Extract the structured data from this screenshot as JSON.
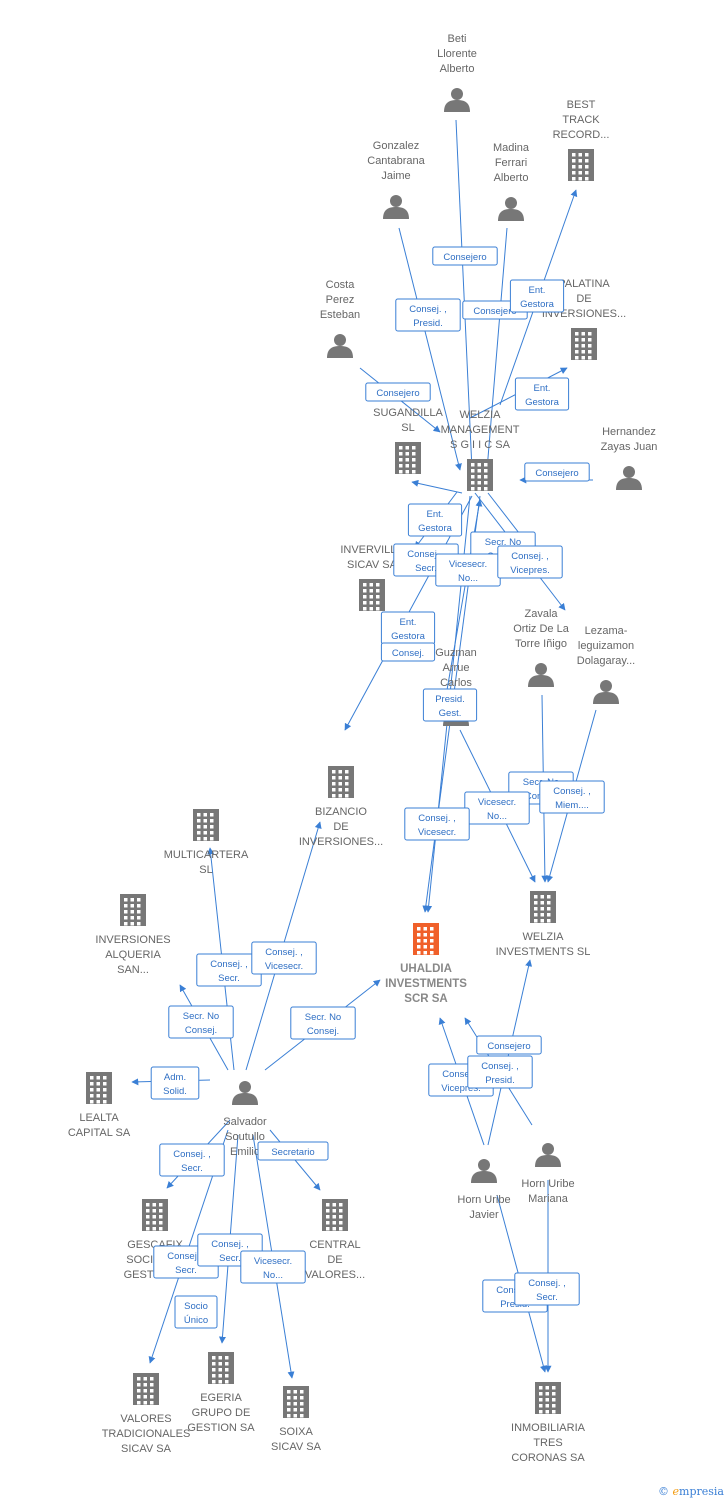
{
  "colors": {
    "node": "#777777",
    "focus": "#f0602a",
    "edge": "#3a7fd5",
    "label": "#666666"
  },
  "nodes": [
    {
      "id": "beti",
      "kind": "person",
      "lines": [
        "Beti",
        "Llorente",
        "Alberto"
      ]
    },
    {
      "id": "best",
      "kind": "company",
      "lines": [
        "BEST",
        "TRACK",
        "RECORD..."
      ]
    },
    {
      "id": "gonzalez",
      "kind": "person",
      "lines": [
        "Gonzalez",
        "Cantabrana",
        "Jaime"
      ]
    },
    {
      "id": "madina",
      "kind": "person",
      "lines": [
        "Madina",
        "Ferrari",
        "Alberto"
      ]
    },
    {
      "id": "costa",
      "kind": "person",
      "lines": [
        "Costa",
        "Perez",
        "Esteban"
      ]
    },
    {
      "id": "palatina",
      "kind": "company",
      "lines": [
        "PALATINA",
        "DE",
        "INVERSIONES..."
      ]
    },
    {
      "id": "sugandilla",
      "kind": "company",
      "lines": [
        "SUGANDILLA",
        "SL"
      ]
    },
    {
      "id": "welzia",
      "kind": "company",
      "lines": [
        "WELZIA",
        "MANAGEMENT",
        "S G I I C SA"
      ]
    },
    {
      "id": "hernandez",
      "kind": "person",
      "lines": [
        "Hernandez",
        "Zayas Juan"
      ]
    },
    {
      "id": "invervilla",
      "kind": "company",
      "lines": [
        "INVERVILLA",
        "SICAV SA"
      ]
    },
    {
      "id": "zavala",
      "kind": "person",
      "lines": [
        "Zavala",
        "Ortiz De La",
        "Torre Iñigo"
      ]
    },
    {
      "id": "lezama",
      "kind": "person",
      "lines": [
        "Lezama-",
        "leguizamon",
        "Dolagaray..."
      ]
    },
    {
      "id": "guzman",
      "kind": "person",
      "lines": [
        "Guzman",
        "Arrue",
        "Carlos"
      ]
    },
    {
      "id": "bizancio",
      "kind": "company",
      "lines": [
        "BIZANCIO",
        "DE",
        "INVERSIONES..."
      ]
    },
    {
      "id": "multicartera",
      "kind": "company",
      "lines": [
        "MULTICARTERA",
        "SL"
      ]
    },
    {
      "id": "welziainv",
      "kind": "company",
      "lines": [
        "WELZIA",
        "INVESTMENTS SL"
      ]
    },
    {
      "id": "alqueria",
      "kind": "company",
      "lines": [
        "INVERSIONES",
        "ALQUERIA",
        "SAN..."
      ]
    },
    {
      "id": "uhaldia",
      "kind": "focus",
      "lines": [
        "UHALDIA",
        "INVESTMENTS",
        "SCR SA"
      ]
    },
    {
      "id": "lealta",
      "kind": "company",
      "lines": [
        "LEALTA",
        "CAPITAL SA"
      ]
    },
    {
      "id": "salvador",
      "kind": "person",
      "lines": [
        "Salvador",
        "Soutullo",
        "Emilio"
      ]
    },
    {
      "id": "hornjavier",
      "kind": "person",
      "lines": [
        "Horn Uribe",
        "Javier"
      ]
    },
    {
      "id": "hornmariana",
      "kind": "person",
      "lines": [
        "Horn Uribe",
        "Mariana"
      ]
    },
    {
      "id": "gescafix",
      "kind": "company",
      "lines": [
        "GESCAFIX",
        "SOCIEDAD",
        "GESTORA..."
      ]
    },
    {
      "id": "central",
      "kind": "company",
      "lines": [
        "CENTRAL",
        "DE",
        "VALORES..."
      ]
    },
    {
      "id": "valores",
      "kind": "company",
      "lines": [
        "VALORES",
        "TRADICIONALES",
        "SICAV SA"
      ]
    },
    {
      "id": "egeria",
      "kind": "company",
      "lines": [
        "EGERIA",
        "GRUPO DE",
        "GESTION SA"
      ]
    },
    {
      "id": "soixa",
      "kind": "company",
      "lines": [
        "SOIXA",
        "SICAV SA"
      ]
    },
    {
      "id": "inmobiliaria",
      "kind": "company",
      "lines": [
        "INMOBILIARIA",
        "TRES",
        "CORONAS SA"
      ]
    }
  ],
  "tags": [
    {
      "lines": [
        "Consejero"
      ]
    },
    {
      "lines": [
        "Consej. ,",
        "Presid."
      ]
    },
    {
      "lines": [
        "Consejero"
      ]
    },
    {
      "lines": [
        "Ent.",
        "Gestora"
      ]
    },
    {
      "lines": [
        "Consejero"
      ]
    },
    {
      "lines": [
        "Ent.",
        "Gestora"
      ]
    },
    {
      "lines": [
        "Consejero"
      ]
    },
    {
      "lines": [
        "Ent.",
        "Gestora"
      ]
    },
    {
      "lines": [
        "Secr.  No",
        "Consej."
      ]
    },
    {
      "lines": [
        "Consej. ,",
        "Secr."
      ]
    },
    {
      "lines": [
        "Vicesecr.",
        "No..."
      ]
    },
    {
      "lines": [
        "Consej. ,",
        "Vicepres."
      ]
    },
    {
      "lines": [
        "Ent.",
        "Gestora"
      ]
    },
    {
      "lines": [
        "Consej."
      ]
    },
    {
      "lines": [
        "Presid.",
        "Gest."
      ]
    },
    {
      "lines": [
        "Secr.  No",
        "Consej."
      ]
    },
    {
      "lines": [
        "Consej. ,",
        "Miem...."
      ]
    },
    {
      "lines": [
        "Vicesecr.",
        "No..."
      ]
    },
    {
      "lines": [
        "Consej. ,",
        "Vicesecr."
      ]
    },
    {
      "lines": [
        "Consej. ,",
        "Secr."
      ]
    },
    {
      "lines": [
        "Consej. ,",
        "Vicesecr."
      ]
    },
    {
      "lines": [
        "Secr.  No",
        "Consej."
      ]
    },
    {
      "lines": [
        "Secr.  No",
        "Consej."
      ]
    },
    {
      "lines": [
        "Adm.",
        "Solid."
      ]
    },
    {
      "lines": [
        "Consejero"
      ]
    },
    {
      "lines": [
        "Consej. ,",
        "Vicepres."
      ]
    },
    {
      "lines": [
        "Consej. ,",
        "Presid."
      ]
    },
    {
      "lines": [
        "Consej. ,",
        "Secr."
      ]
    },
    {
      "lines": [
        "Secretario"
      ]
    },
    {
      "lines": [
        "Consej. ,",
        "Secr."
      ]
    },
    {
      "lines": [
        "Consej. ,",
        "Secr."
      ]
    },
    {
      "lines": [
        "Vicesecr.",
        "No..."
      ]
    },
    {
      "lines": [
        "Socio",
        "Único"
      ]
    },
    {
      "lines": [
        "Consej. ,",
        "Presid."
      ]
    },
    {
      "lines": [
        "Consej. ,",
        "Secr."
      ]
    }
  ],
  "footer": {
    "copyright": "©",
    "brand_initial": "e",
    "brand_rest": "mpresia"
  }
}
